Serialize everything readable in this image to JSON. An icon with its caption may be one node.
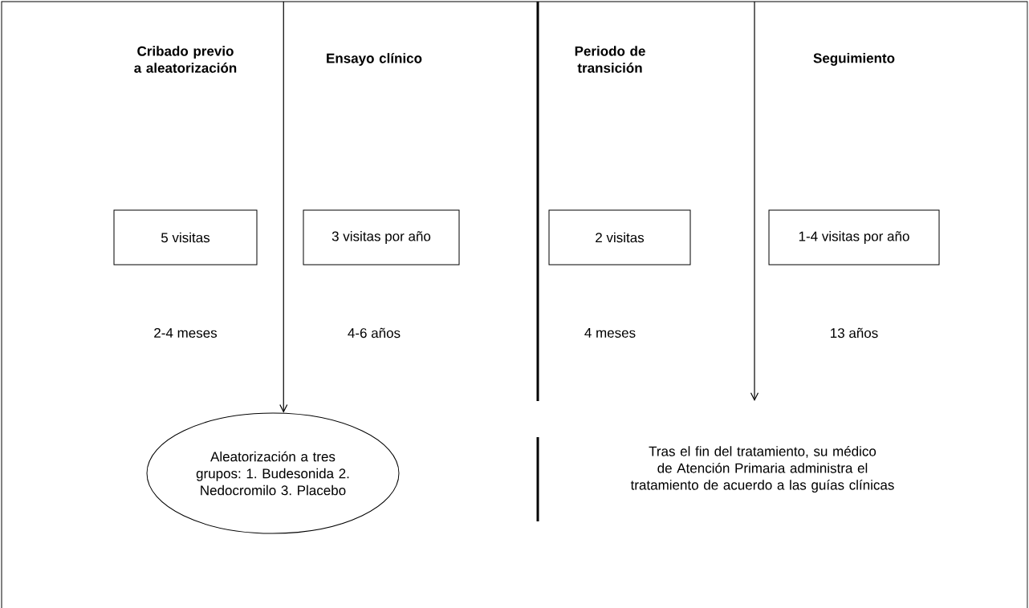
{
  "diagram": {
    "nodes": [
      {
        "text": [
          "5 visitas"
        ]
      },
      {
        "text": [
          "3 visitas por año"
        ]
      },
      {
        "text": [
          "2 visitas"
        ]
      },
      {
        "text": [
          "1-4 visitas por año"
        ]
      },
      {
        "text": [
          "Aleatorización a tres grupos: 1. Budesonida 2. Nedocromilo 3. Placebo"
        ]
      }
    ],
    "edges": [
      {
        "from": null,
        "to": 4,
        "arrow": "to"
      }
    ],
    "labels": [
      "Cribado previo a aleatorización",
      "Ensayo clínico",
      "Periodo de transición",
      "Seguimiento",
      "2-4 meses",
      "4-6 años",
      "4 meses",
      "13 años",
      "Tras el fin del tratamiento, su médico de Atención Primaria administra el tratamiento de acuerdo a las guías clínicas"
    ]
  }
}
